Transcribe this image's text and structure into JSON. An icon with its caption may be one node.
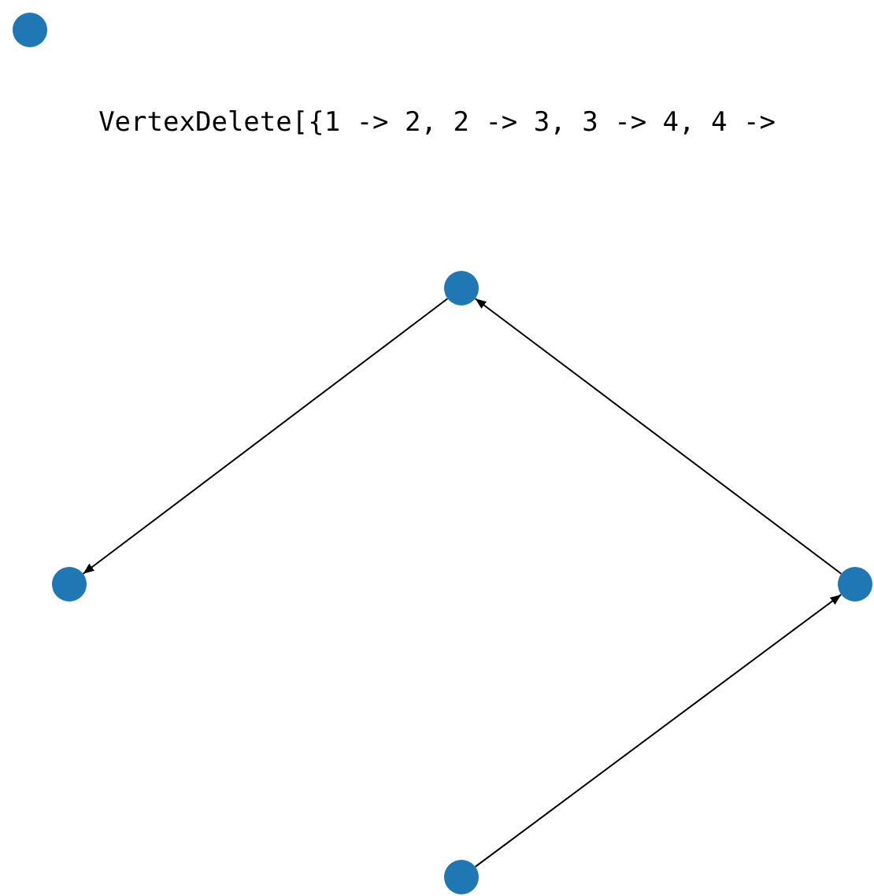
{
  "diagram": {
    "nodes": [
      {
        "text": [],
        "shape": "circle"
      },
      {
        "text": [],
        "shape": "circle"
      },
      {
        "text": [],
        "shape": "circle"
      },
      {
        "text": [],
        "shape": "circle"
      },
      {
        "text": [],
        "shape": "circle"
      }
    ],
    "edges": [
      {
        "from": 1,
        "to": 2,
        "arrow": "to"
      },
      {
        "from": 3,
        "to": 1,
        "arrow": "to"
      },
      {
        "from": 4,
        "to": 3,
        "arrow": "to"
      }
    ],
    "labels": [
      "VertexDelete[{1 -> 2, 2 -> 3, 3 -> 4, 4 ->"
    ]
  }
}
